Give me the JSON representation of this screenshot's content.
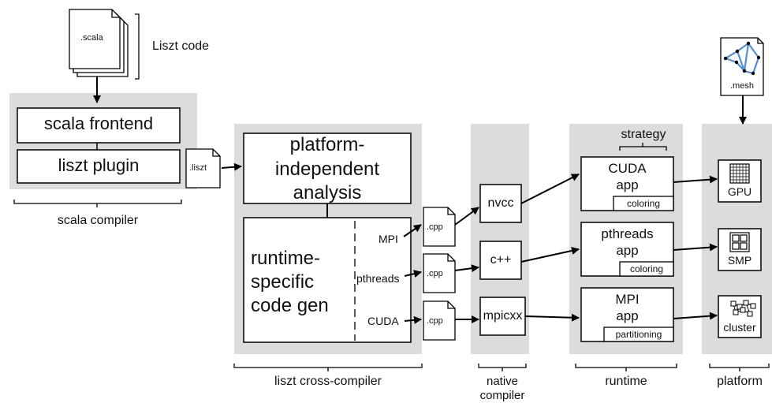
{
  "files": {
    "scala": ".scala",
    "liszt": ".liszt",
    "cpp_mpi": ".cpp",
    "cpp_pthreads": ".cpp",
    "cpp_cuda": ".cpp",
    "mesh": ".mesh"
  },
  "labels": {
    "liszt_code": "Liszt code",
    "scala_compiler": "scala compiler",
    "liszt_cross_compiler": "liszt cross-compiler",
    "native_compiler_line1": "native",
    "native_compiler_line2": "compiler",
    "runtime": "runtime",
    "platform": "platform",
    "strategy": "strategy"
  },
  "stages": {
    "scala_frontend": "scala frontend",
    "liszt_plugin": "liszt plugin",
    "pia_line1": "platform-",
    "pia_line2": "independent",
    "pia_line3": "analysis",
    "rscg_line1": "runtime-",
    "rscg_line2": "specific",
    "rscg_line3": "code gen",
    "targets": [
      "MPI",
      "pthreads",
      "CUDA"
    ]
  },
  "compilers": [
    "nvcc",
    "c++",
    "mpicxx"
  ],
  "apps": [
    {
      "line1": "CUDA",
      "line2": "app",
      "strategy": "coloring"
    },
    {
      "line1": "pthreads",
      "line2": "app",
      "strategy": "coloring"
    },
    {
      "line1": "MPI",
      "line2": "app",
      "strategy": "partitioning"
    }
  ],
  "platforms": [
    "GPU",
    "SMP",
    "cluster"
  ],
  "colors": {
    "panel": "#dcdcdc",
    "stroke": "#000000",
    "fill": "#ffffff"
  }
}
